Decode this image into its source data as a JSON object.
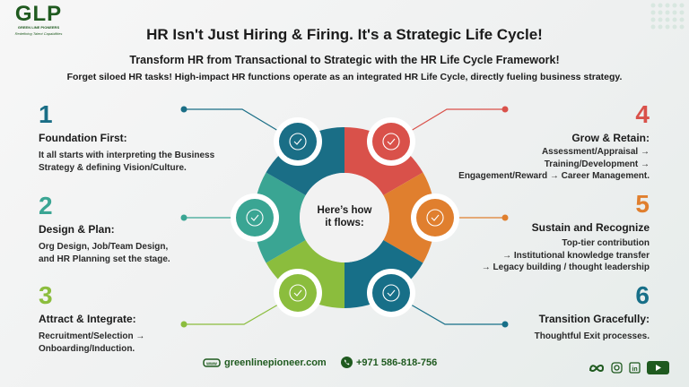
{
  "logo": {
    "text": "GLP",
    "name": "GREEN LINE PIONEERS",
    "tagline": "Redefining Talent Capabilities"
  },
  "header": {
    "title": "HR Isn't Just Hiring & Firing. It's a Strategic Life Cycle!",
    "subtitle": "Transform HR from Transactional to Strategic with the HR Life Cycle Framework!",
    "intro": "Forget siloed HR tasks! High-impact HR functions operate as an integrated HR Life Cycle, directly fueling business strategy."
  },
  "center": {
    "line1": "Here’s how",
    "line2": "it flows:"
  },
  "steps": [
    {
      "num": "1",
      "title": "Foundation First:",
      "lines": [
        "It all starts with interpreting the Business",
        "Strategy & defining Vision/Culture."
      ],
      "color": "#1a6e86",
      "icon": "growth-chart-icon"
    },
    {
      "num": "2",
      "title": "Design & Plan:",
      "lines": [
        "Org Design, Job/Team Design,",
        "and HR Planning set the stage."
      ],
      "color": "#3aa593",
      "icon": "gear-check-icon"
    },
    {
      "num": "3",
      "title": "Attract & Integrate:",
      "lines": [
        "Recruitment/Selection →",
        "Onboarding/Induction."
      ],
      "color": "#8bbd3d",
      "icon": "puzzle-gear-icon"
    },
    {
      "num": "4",
      "title": "Grow & Retain:",
      "lines": [
        "Assessment/Appraisal →",
        "Training/Development →",
        "Engagement/Reward → Career Management."
      ],
      "color": "#d9514a",
      "icon": "people-care-icon"
    },
    {
      "num": "5",
      "title": "Sustain and Recognize",
      "lines": [
        "Top-tier contribution",
        "→ Institutional knowledge transfer",
        "→ Legacy building / thought leadership"
      ],
      "color": "#e07f2e",
      "icon": "award-badge-icon"
    },
    {
      "num": "6",
      "title": "Transition Gracefully:",
      "lines": [
        "Thoughtful Exit processes."
      ],
      "color": "#176f88",
      "icon": "people-exchange-icon"
    }
  ],
  "footer": {
    "website": "greenlinepioneer.com",
    "phone": "+971 586-818-756",
    "social": [
      "meta",
      "instagram",
      "linkedin",
      "youtube"
    ]
  }
}
